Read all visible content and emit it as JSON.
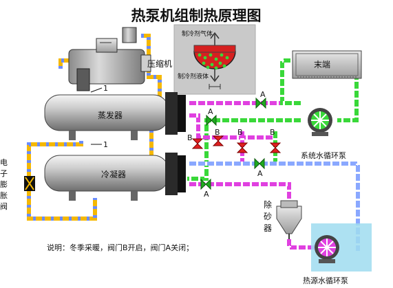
{
  "title": "热泵机组制热原理图",
  "components": {
    "compressor": "压缩机",
    "evaporator": "蒸发器",
    "condenser": "冷凝器",
    "terminal": "末端",
    "expansion_valve": "电子膨胀阀",
    "desander": "除砂器",
    "system_pump": "系统水循环泵",
    "source_pump": "热源水循环泵"
  },
  "inset": {
    "gas_label": "制冷剂气体",
    "liquid_label": "制冷剂液体"
  },
  "markers": {
    "one": "1",
    "valve_a": "A",
    "valve_b": "B"
  },
  "note": "说明：冬季采暖，阀门B开启，阀门A关闭；",
  "colors": {
    "pipe_yellow": "#f5b800",
    "pipe_magenta": "#e040e0",
    "pipe_green": "#39d839",
    "pipe_blue": "#8aa8ff",
    "valve_open_green": "#1faa1f",
    "valve_red": "#e02020",
    "source_water": "#9fdcf0"
  }
}
